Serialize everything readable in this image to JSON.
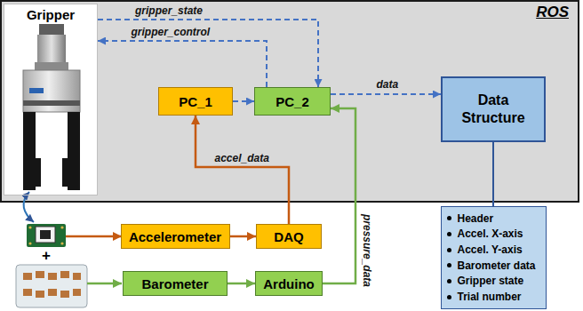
{
  "diagram": {
    "nodes": [
      {
        "text": [
          "ROS"
        ]
      },
      {
        "text": [
          "Gripper"
        ],
        "in": 0
      },
      {
        "text": [
          "PC_1"
        ],
        "in": 0
      },
      {
        "text": [
          "PC_2"
        ],
        "in": 0
      },
      {
        "text": [
          "Data Structure"
        ],
        "in": 0
      },
      {
        "text": [
          "Accelerometer"
        ]
      },
      {
        "text": [
          "DAQ"
        ]
      },
      {
        "text": [
          "Barometer"
        ]
      },
      {
        "text": [
          "Arduino"
        ]
      },
      {
        "text": [
          "Header",
          "Accel. X-axis",
          "Accel. Y-axis",
          "Barometer data",
          "Gripper state",
          "Trial number"
        ]
      }
    ],
    "edges": [
      {
        "from": 1,
        "to": 3,
        "label": "gripper_state",
        "arrow": "to"
      },
      {
        "from": 3,
        "to": 1,
        "label": "gripper_control",
        "arrow": "to"
      },
      {
        "from": 2,
        "to": 3,
        "arrow": "to"
      },
      {
        "from": 3,
        "to": 4,
        "label": "data",
        "arrow": "to"
      },
      {
        "from": 4,
        "to": 9,
        "arrow": "none"
      },
      {
        "from": 5,
        "to": 6,
        "arrow": "to"
      },
      {
        "from": 6,
        "to": 2,
        "label": "accel_data",
        "arrow": "to"
      },
      {
        "from": 7,
        "to": 8,
        "arrow": "to"
      },
      {
        "from": 8,
        "to": 3,
        "label": "pressure_data",
        "arrow": "to"
      }
    ],
    "labels": [
      "+"
    ]
  }
}
